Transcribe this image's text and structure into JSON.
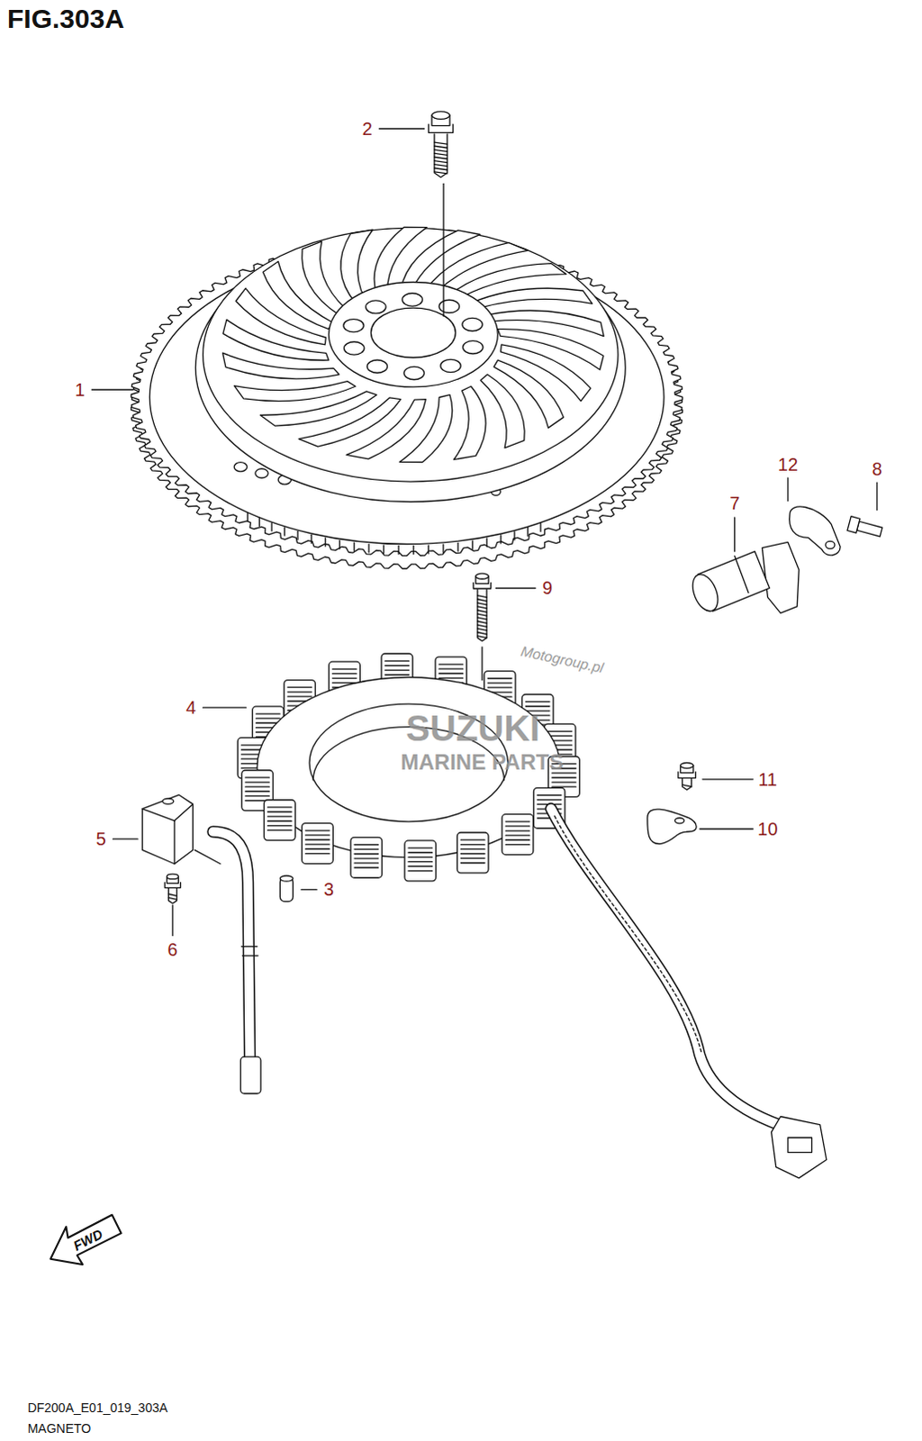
{
  "diagram": {
    "title": "FIG.303A",
    "labels": [
      "2",
      "1",
      "12",
      "8",
      "7",
      "9",
      "Motogroup.pl",
      "4",
      "SUZUKI",
      "MARINE PARTS",
      "11",
      "10",
      "5",
      "3",
      "6",
      "FWD",
      "DF200A_E01_019_303A",
      "MAGNETO"
    ]
  }
}
